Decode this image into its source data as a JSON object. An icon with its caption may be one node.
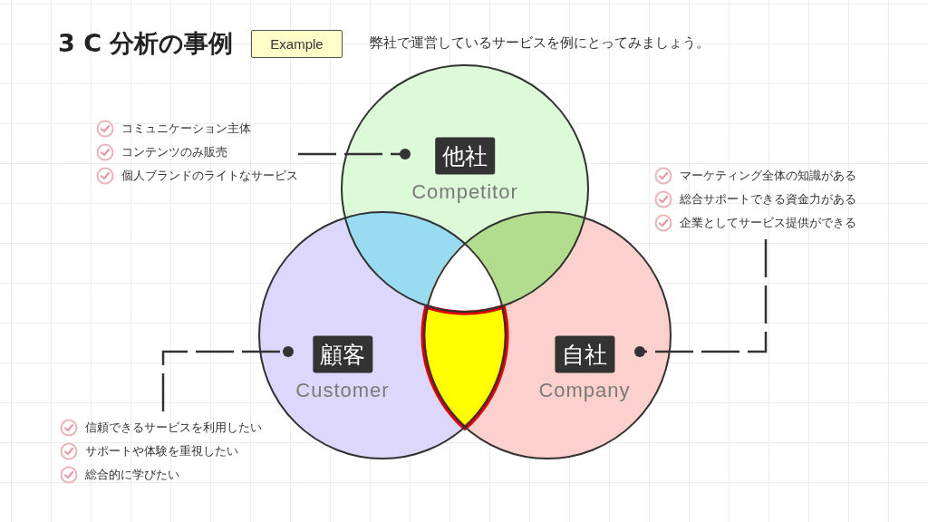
{
  "diagram": {
    "title": "3 C 分析の事例",
    "nodes": [
      {
        "text": [
          "Example"
        ]
      },
      {
        "text": [
          "他社",
          "Competitor"
        ]
      },
      {
        "text": [
          "コミュニケーション主体",
          "コンテンツのみ販売",
          "個人ブランドのライトなサービス"
        ]
      },
      {
        "text": [
          "マーケティング全体の知識がある",
          "総合サポートできる資金力がある",
          "企業としてサービス提供ができる"
        ]
      },
      {
        "text": [
          "顧客",
          "Customer"
        ]
      },
      {
        "text": [
          "自社",
          "Company"
        ]
      },
      {
        "text": [
          "信頼できるサービスを利用したい",
          "サポートや体験を重視したい",
          "総合的に学びたい"
        ]
      }
    ],
    "edges": [
      {
        "from": 2,
        "to": 1,
        "arrow": "other",
        "style": "dashed"
      },
      {
        "from": 3,
        "to": 5,
        "arrow": "other",
        "style": "dashed"
      },
      {
        "from": 6,
        "to": 4,
        "arrow": "other",
        "style": "dashed"
      }
    ],
    "labels": [
      "弊社で運営しているサービスを例にとってみましょう。"
    ]
  }
}
